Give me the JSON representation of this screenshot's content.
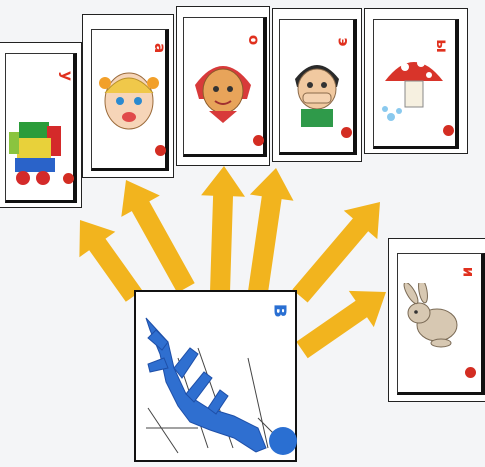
{
  "cards": [
    {
      "letter": "у",
      "picture": "toy-train"
    },
    {
      "letter": "а",
      "picture": "doll-face"
    },
    {
      "letter": "о",
      "picture": "girl-with-headscarf"
    },
    {
      "letter": "э",
      "picture": "boy-covering-mouth"
    },
    {
      "letter": "ы",
      "picture": "toy-mushroom"
    },
    {
      "letter": "и",
      "picture": "bunny"
    }
  ],
  "main_card": {
    "letter": "в",
    "picture": "wind-bent-tree",
    "dot_color": "#2a6fd2"
  },
  "colors": {
    "arrow": "#f2b41e",
    "vowel_dot": "#d32d22",
    "vowel_letter": "#e0301e",
    "tree": "#2f6fd0"
  }
}
